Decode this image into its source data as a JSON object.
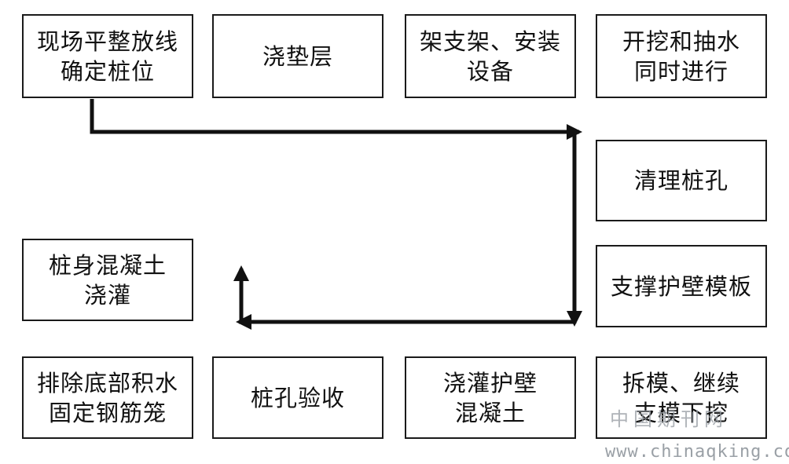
{
  "steps": {
    "s1": {
      "lines": [
        "现场平整放线",
        "确定桩位"
      ]
    },
    "s2": {
      "lines": [
        "浇垫层"
      ]
    },
    "s3": {
      "lines": [
        "架支架、安装",
        "设备"
      ]
    },
    "s4": {
      "lines": [
        "开挖和抽水",
        "同时进行"
      ]
    },
    "s5": {
      "lines": [
        "清理桩孔"
      ]
    },
    "s6": {
      "lines": [
        "支撑护壁模板"
      ]
    },
    "s7": {
      "lines": [
        "桩身混凝土",
        "浇灌"
      ]
    },
    "s8": {
      "lines": [
        "排除底部积水",
        "固定钢筋笼"
      ]
    },
    "s9": {
      "lines": [
        "桩孔验收"
      ]
    },
    "s10": {
      "lines": [
        "浇灌护壁",
        "混凝土"
      ]
    },
    "s11": {
      "lines": [
        "拆模、继续",
        "支模下挖"
      ]
    }
  },
  "watermark": {
    "cn": "中国期刊网",
    "url": "www.chinaqking.com"
  },
  "colors": {
    "line": "#111111",
    "border": "#1a1a1a",
    "watermark": "#9aa0a6"
  }
}
